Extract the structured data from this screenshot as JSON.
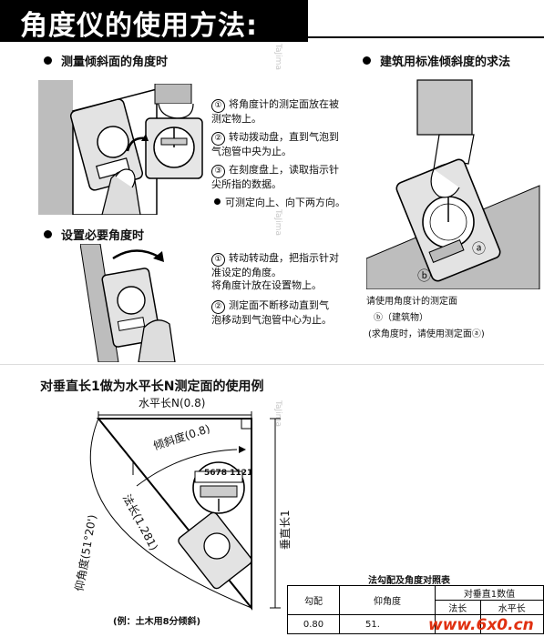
{
  "banner": {
    "title": "角度仪的使用方法:"
  },
  "watermark": "TaJima",
  "section1": {
    "heading": "测量倾斜面的角度时",
    "steps": [
      {
        "num": "①",
        "lines": [
          "将角度计的测定面放在被",
          "测定物上。"
        ]
      },
      {
        "num": "②",
        "lines": [
          "转动拨动盘，直到气泡到",
          "气泡管中央为止。"
        ]
      },
      {
        "num": "③",
        "lines": [
          "在刻度盘上，读取指示针",
          "尖所指的数据。"
        ]
      },
      {
        "num": "",
        "lines": [
          "可测定向上、向下两方向。"
        ]
      }
    ]
  },
  "section2": {
    "heading": "设置必要角度时",
    "steps": [
      {
        "num": "①",
        "lines": [
          "转动转动盘，把指示针对",
          "准设定的角度。",
          "将角度计放在设置物上。"
        ]
      },
      {
        "num": "②",
        "lines": [
          "测定面不断移动直到气",
          "泡移动到气泡管中心为止。"
        ]
      }
    ]
  },
  "section3": {
    "heading": "建筑用标准倾斜度的求法",
    "label_a": "ⓐ",
    "label_b": "ⓑ",
    "notes": [
      "请使用角度计的测定面",
      "ⓑ（建筑物）",
      "(求角度时，请使用测定面ⓐ)"
    ]
  },
  "diagram": {
    "title": "对垂直长1做为水平长N测定面的使用例",
    "horizontal": "水平长N(0.8)",
    "vertical": "垂直长1",
    "slope": "倾斜度(0.8)",
    "normal": "法长(1.281)",
    "elevation": "仰角度(51°20')",
    "footnote": "(例：土木用8分倾斜)",
    "dial_scale": "5678 1121"
  },
  "ref_table": {
    "title": "法勾配及角度对照表",
    "headers": [
      "勾配",
      "仰角度",
      "对垂直1数值"
    ],
    "subheaders": [
      "法长",
      "水平长"
    ],
    "row": [
      "0.80",
      "51."
    ]
  },
  "logo": "www.6x0.cn"
}
